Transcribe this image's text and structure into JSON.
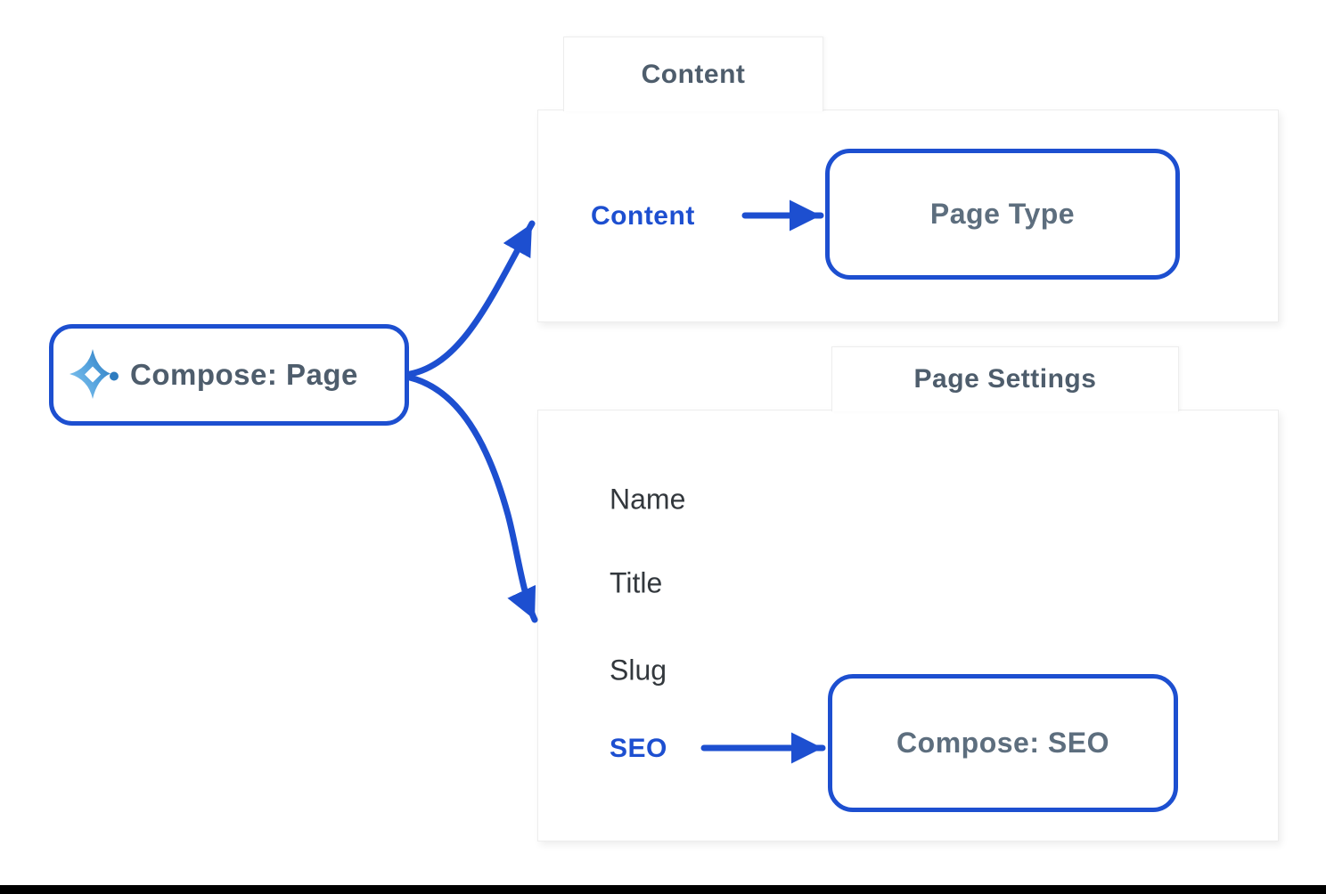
{
  "colors": {
    "primary_blue": "#1d4fd0",
    "slate_dark": "#4e5d6c",
    "slate_medium": "#5d6e7e",
    "field_text": "#33383d",
    "panel_border": "#ededed",
    "bar_black": "#000000",
    "icon_light": "#85c6ef",
    "icon_mid": "#54a2dd",
    "icon_dark": "#2e7cc0"
  },
  "root_node": {
    "label": "Compose: Page",
    "icon": "compose-sparkle-icon"
  },
  "content_panel": {
    "tab_label": "Content",
    "field_label": "Content",
    "target_box_label": "Page Type"
  },
  "settings_panel": {
    "tab_label": "Page Settings",
    "fields": [
      "Name",
      "Title",
      "Slug"
    ],
    "seo_label": "SEO",
    "target_box_label": "Compose: SEO"
  }
}
